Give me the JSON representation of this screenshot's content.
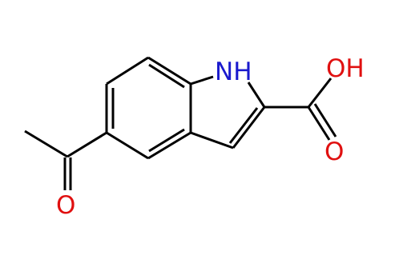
{
  "molecule": {
    "atom_labels": {
      "nh": "NH",
      "oh": "OH",
      "carboxyl_o": "O",
      "acetyl_o": "O"
    },
    "colors": {
      "bond": "#000000",
      "nitrogen": "#1a1acd",
      "oxygen": "#e01010",
      "background": "#ffffff"
    }
  }
}
